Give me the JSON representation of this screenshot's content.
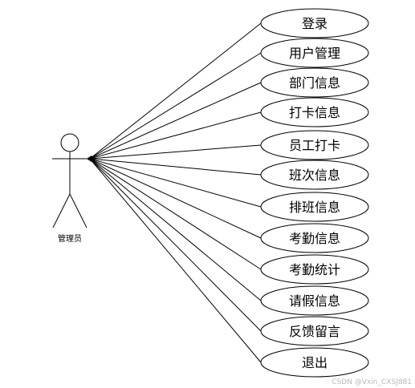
{
  "actor": {
    "label": "管理员",
    "icon": "stick-figure-actor-icon"
  },
  "use_cases": [
    {
      "label": "登录"
    },
    {
      "label": "用户管理"
    },
    {
      "label": "部门信息"
    },
    {
      "label": "打卡信息"
    },
    {
      "label": "员工打卡"
    },
    {
      "label": "班次信息"
    },
    {
      "label": "排班信息"
    },
    {
      "label": "考勤信息"
    },
    {
      "label": "考勤统计"
    },
    {
      "label": "请假信息"
    },
    {
      "label": "反馈留言"
    },
    {
      "label": "退出"
    }
  ],
  "watermark": "CSDN @Vxin_CXSJ881",
  "colors": {
    "stroke": "#000000",
    "background": "#ffffff",
    "watermark": "#b8b8b8"
  }
}
